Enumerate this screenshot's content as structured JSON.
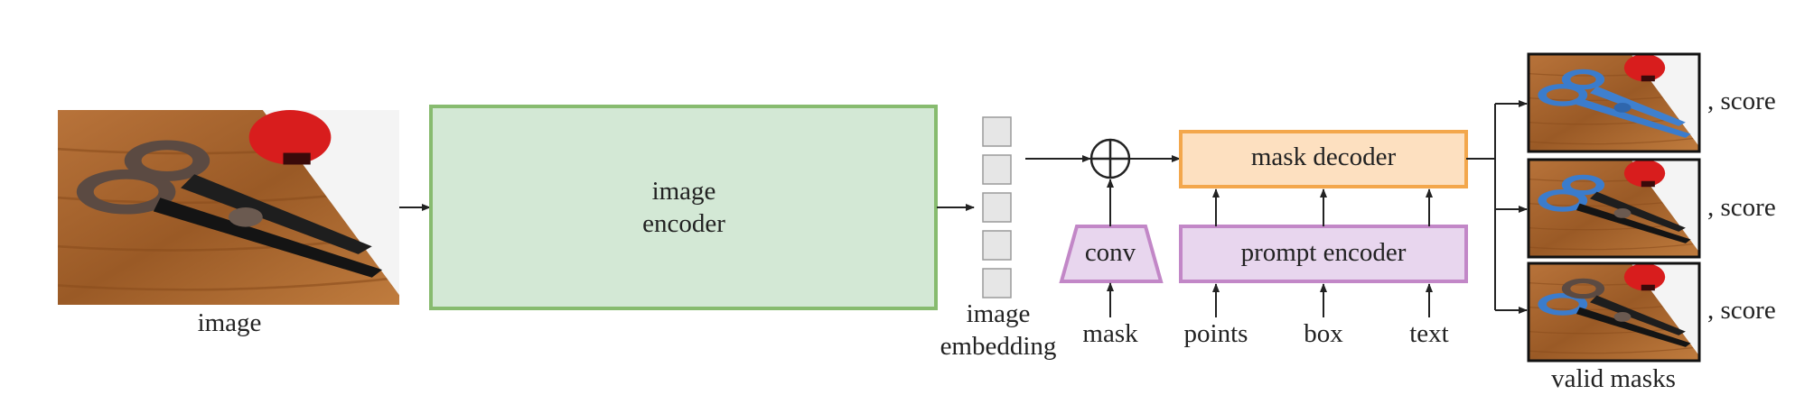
{
  "input": {
    "label": "image"
  },
  "encoder": {
    "line1": "image",
    "line2": "encoder"
  },
  "embedding": {
    "line1": "image",
    "line2": "embedding"
  },
  "conv": {
    "label": "conv"
  },
  "mask_input": {
    "label": "mask"
  },
  "mask_decoder": {
    "label": "mask decoder"
  },
  "prompt_encoder": {
    "label": "prompt encoder"
  },
  "prompts": {
    "points": "points",
    "box": "box",
    "text": "text"
  },
  "outputs": {
    "score_1": ", score",
    "score_2": ", score",
    "score_3": ", score",
    "caption": "valid masks"
  },
  "colors": {
    "encoder_fill": "#d3e8d5",
    "encoder_stroke": "#87bb6f",
    "decoder_fill": "#fde0c0",
    "decoder_stroke": "#f3a74c",
    "prompt_fill": "#e8d6ee",
    "prompt_stroke": "#c287c7",
    "embedding_fill": "#e6e6e6",
    "mask_blue": "#3b7ccc"
  }
}
